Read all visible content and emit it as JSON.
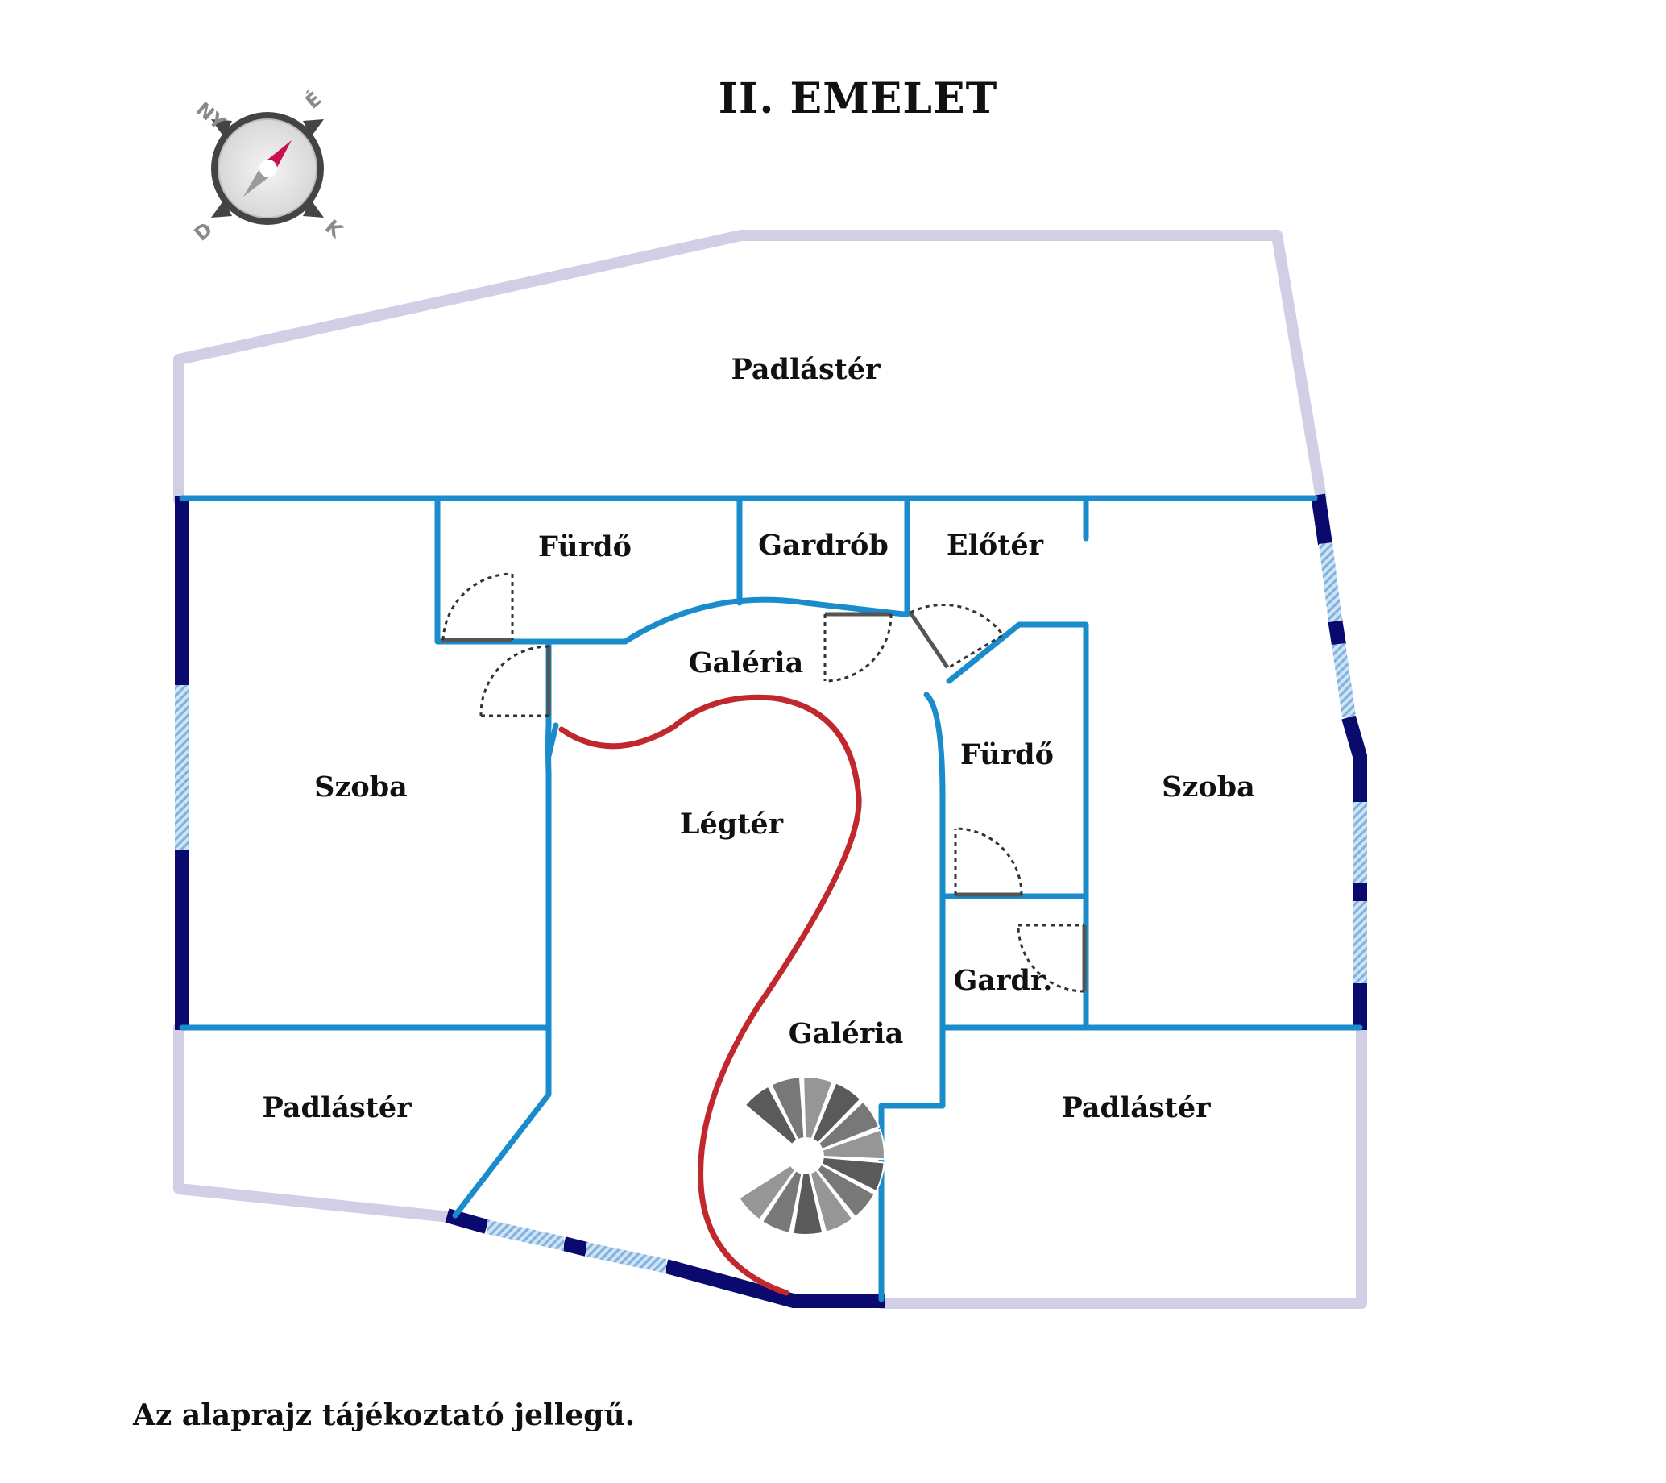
{
  "title": "II. EMELET",
  "disclaimer": "Az alaprajz tájékoztató jellegű.",
  "compass": {
    "letters": {
      "north_west": "NY",
      "north_east": "É",
      "south_west": "D",
      "south_east": "K"
    },
    "needle_north_color": "#c8104a",
    "needle_south_color": "#9a9a9a",
    "frame_color": "#444444"
  },
  "rooms": {
    "padlaster_top": "Padlástér",
    "furdo_top": "Fürdő",
    "gardrob_top": "Gardrób",
    "eloter": "Előtér",
    "galeria_top": "Galéria",
    "szoba_left": "Szoba",
    "legter": "Légtér",
    "furdo_right": "Fürdő",
    "szoba_right": "Szoba",
    "gardr": "Gardr.",
    "galeria_bottom": "Galéria",
    "padlaster_left": "Padlástér",
    "padlaster_right": "Padlástér"
  },
  "colors": {
    "attic_wall": "#d0cfe6",
    "outer_wall": "#0a0a6e",
    "inner_wall": "#1a8ccc",
    "window": "#9fc6e8",
    "railing": "#c0282d",
    "door_leaf": "#555555",
    "stair": "#6e6e6e"
  }
}
